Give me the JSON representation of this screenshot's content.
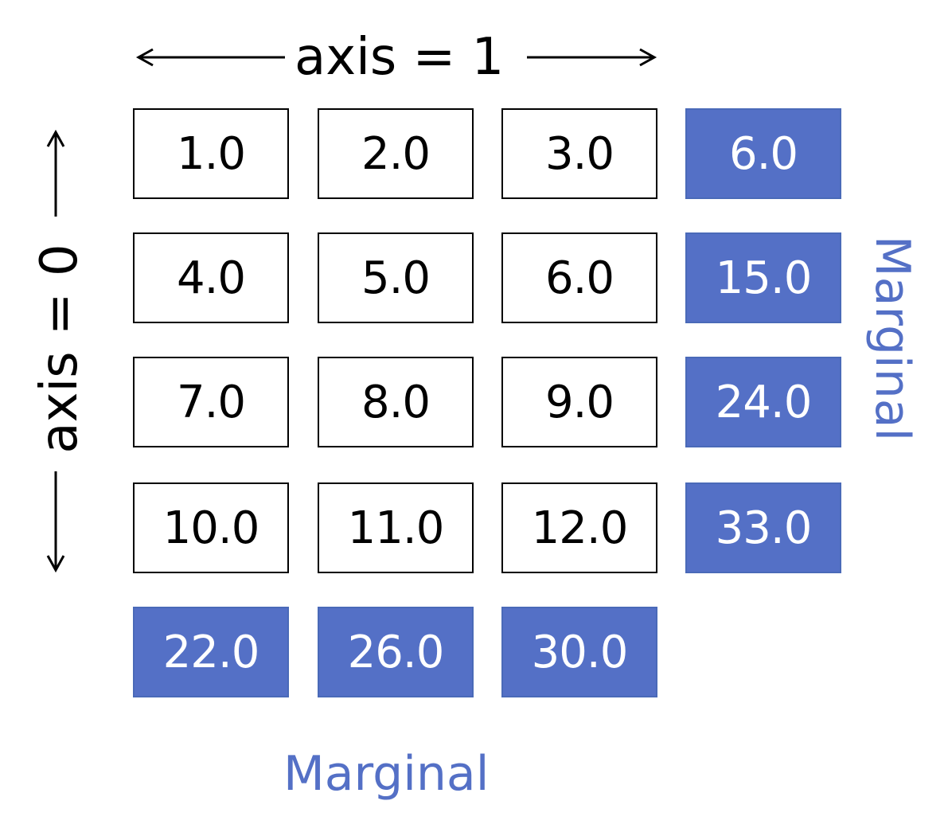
{
  "axis_top": {
    "label": "axis = 1"
  },
  "axis_left": {
    "label": "axis = 0"
  },
  "matrix": {
    "rows": [
      [
        "1.0",
        "2.0",
        "3.0"
      ],
      [
        "4.0",
        "5.0",
        "6.0"
      ],
      [
        "7.0",
        "8.0",
        "9.0"
      ],
      [
        "10.0",
        "11.0",
        "12.0"
      ]
    ]
  },
  "row_marginals": [
    "6.0",
    "15.0",
    "24.0",
    "33.0"
  ],
  "column_marginals": [
    "22.0",
    "26.0",
    "30.0"
  ],
  "labels": {
    "right_marginal": "Marginal",
    "bottom_marginal": "Marginal"
  },
  "colors": {
    "marginal_fill": "#5470c6",
    "marginal_text": "#5470c6",
    "cell_border": "#000000"
  }
}
